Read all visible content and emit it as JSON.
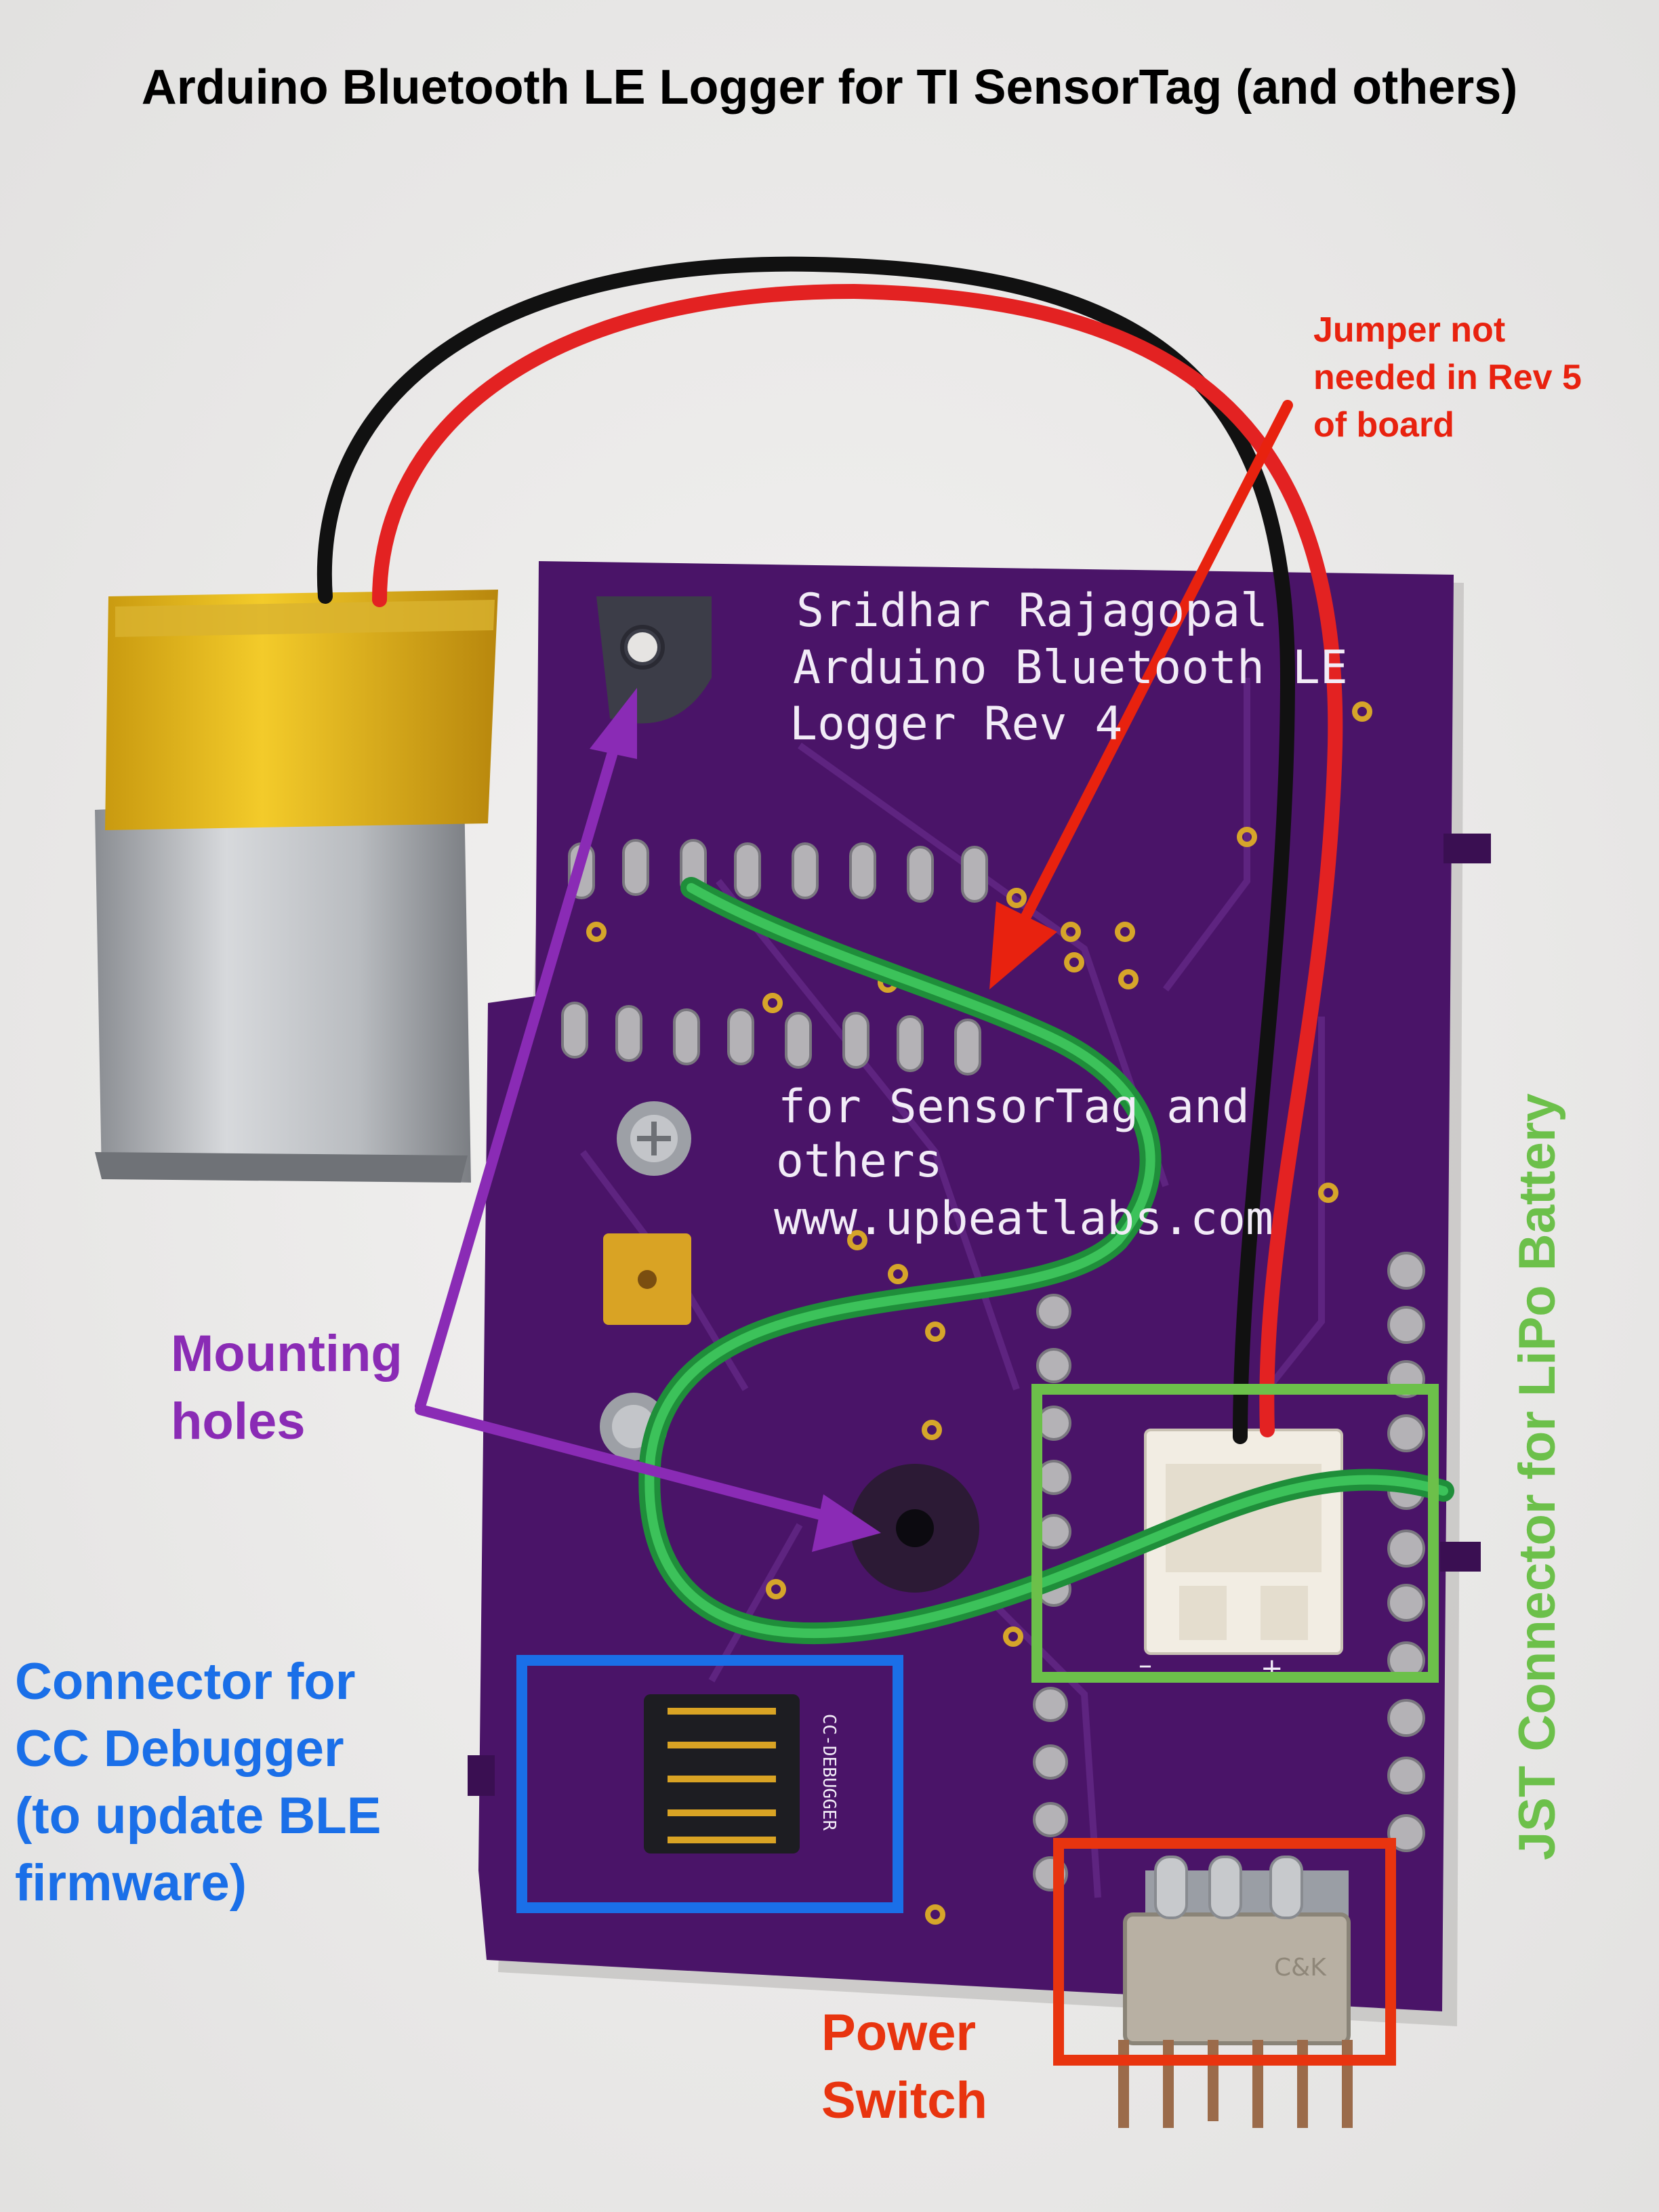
{
  "title": "Arduino Bluetooth LE Logger for TI SensorTag (and others)",
  "callouts": {
    "jumper": [
      "Jumper not",
      "needed in Rev 5",
      "of board"
    ],
    "mounting": [
      "Mounting",
      "holes"
    ],
    "cc_debugger": [
      "Connector for",
      "CC Debugger",
      "(to update BLE",
      "firmware)"
    ],
    "jst": "JST Connector for LiPo Battery",
    "power": [
      "Power",
      "Switch"
    ]
  },
  "board_silkscreen": {
    "line1": "Sridhar Rajagopal",
    "line2": "Arduino Bluetooth LE",
    "line3": "Logger Rev 4",
    "line4": "for SensorTag and",
    "line5": "others",
    "line6": "www.upbeatlabs.com",
    "header_label": "CC-DEBUGGER",
    "switch_mark": "C&K",
    "polarity_minus": "–",
    "polarity_plus": "+"
  },
  "colors": {
    "pcb": "#4a1468",
    "jumper_callout": "#e8220f",
    "mounting_callout": "#8a2bb5",
    "cc_callout": "#1a6fe8",
    "jst_callout": "#6cc04a",
    "power_callout": "#e8340f",
    "wire_green": "#2aa845",
    "wire_red": "#e32222",
    "wire_black": "#111111"
  }
}
